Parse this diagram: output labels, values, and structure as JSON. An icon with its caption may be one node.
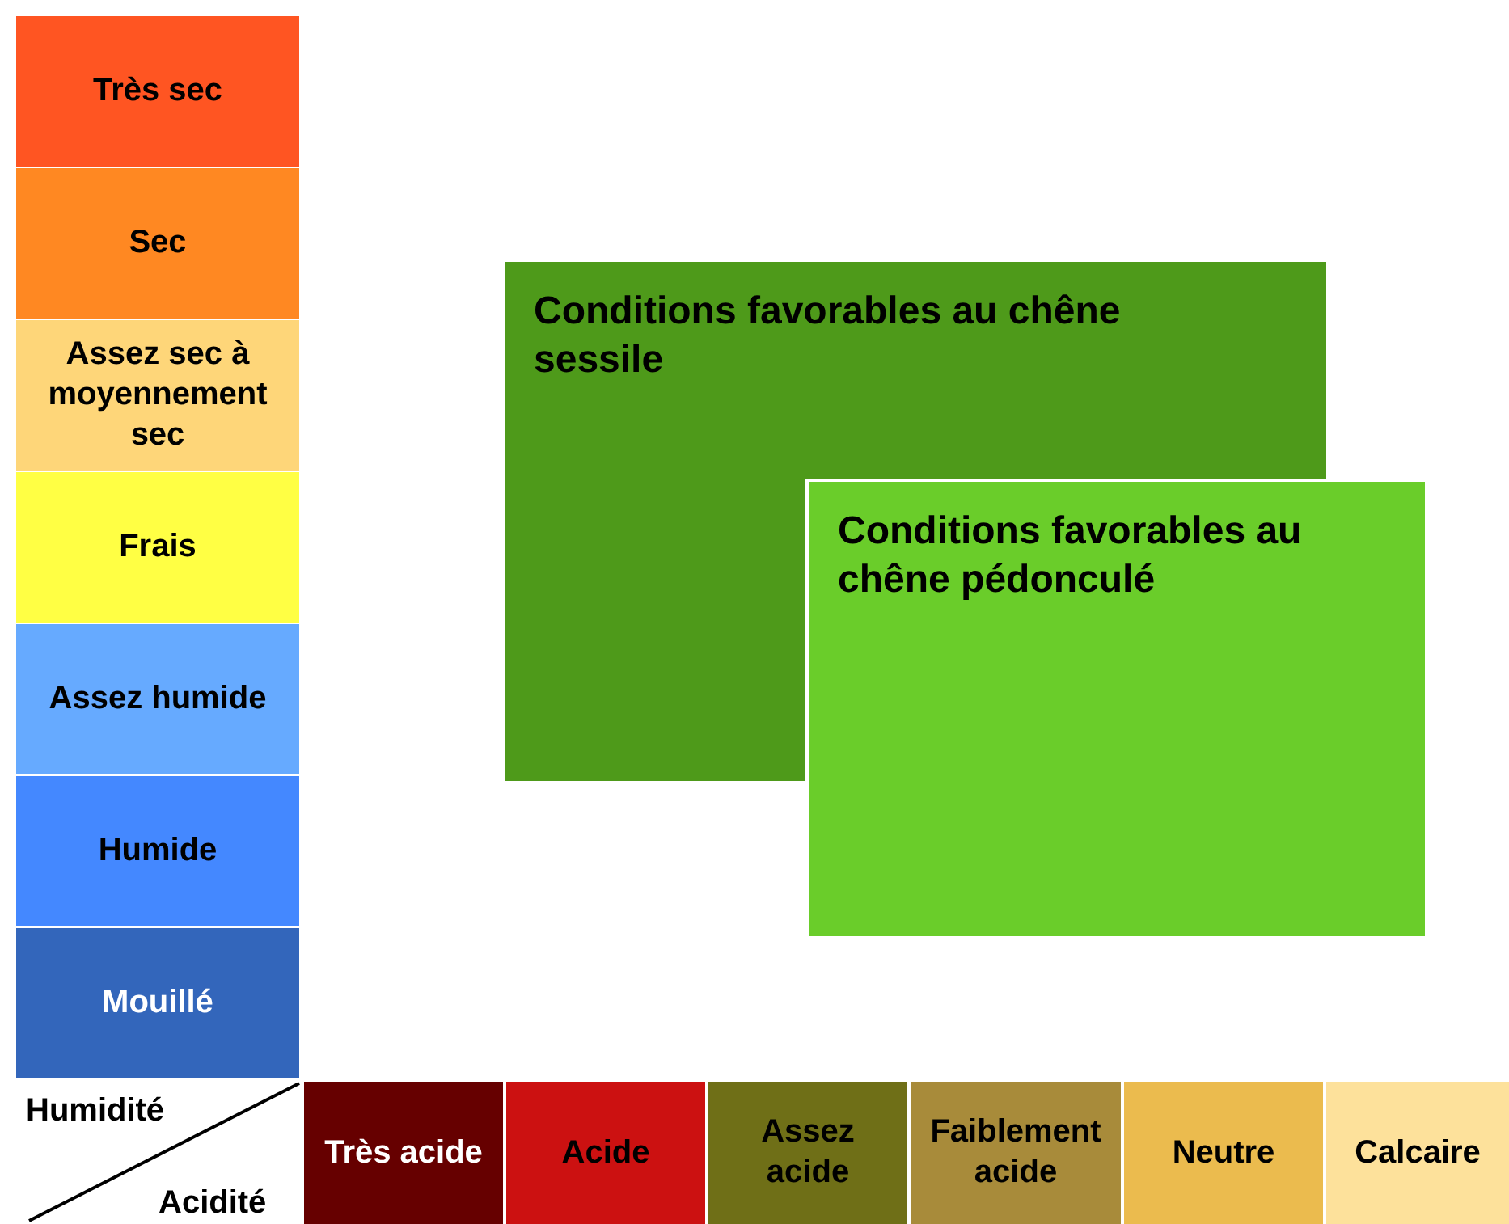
{
  "diagram": {
    "nodes": [
      {
        "text": [
          "Très sec"
        ]
      },
      {
        "text": [
          "Sec"
        ]
      },
      {
        "text": [
          "Assez sec à moyennement sec"
        ]
      },
      {
        "text": [
          "Frais"
        ]
      },
      {
        "text": [
          "Assez humide"
        ]
      },
      {
        "text": [
          "Humide"
        ]
      },
      {
        "text": [
          "Mouillé"
        ]
      },
      {
        "text": [
          "Conditions favorables au chêne sessile"
        ]
      },
      {
        "text": [
          "Conditions favorables au chêne pédonculé"
        ]
      },
      {
        "text": [
          "Très acide"
        ]
      },
      {
        "text": [
          "Acide"
        ]
      },
      {
        "text": [
          "Assez acide"
        ]
      },
      {
        "text": [
          "Faiblement acide"
        ]
      },
      {
        "text": [
          "Neutre"
        ]
      },
      {
        "text": [
          "Calcaire"
        ]
      }
    ],
    "edges": [],
    "labels": [
      "Humidité",
      "Acidité"
    ]
  }
}
